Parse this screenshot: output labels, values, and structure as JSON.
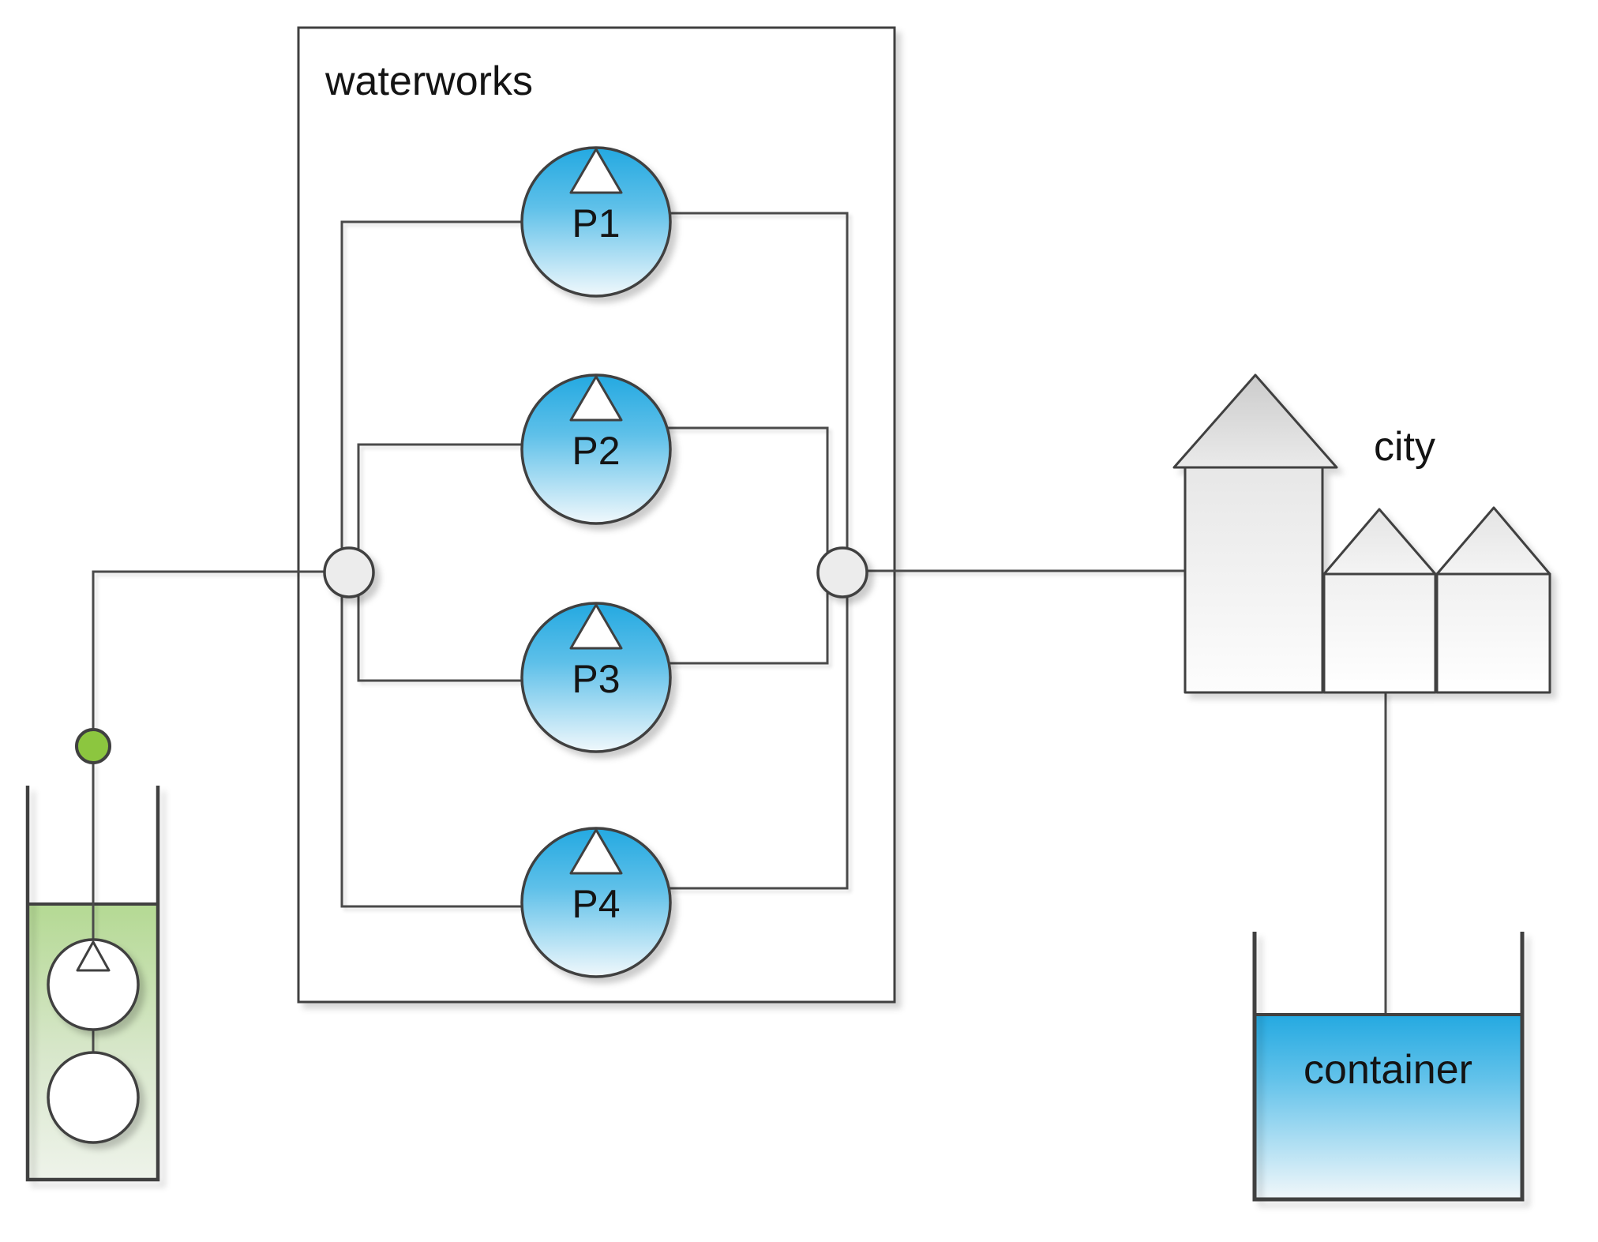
{
  "waterworks": {
    "label": "waterworks"
  },
  "pumps": [
    {
      "label": "P1"
    },
    {
      "label": "P2"
    },
    {
      "label": "P3"
    },
    {
      "label": "P4"
    }
  ],
  "city": {
    "label": "city"
  },
  "container": {
    "label": "container"
  },
  "colors": {
    "pipe_line": "#4a4a4a",
    "outline": "#404040",
    "pump_blue_top": "#24a9e1",
    "pump_blue_mid": "#5ec0e9",
    "pump_blue_bottom": "#f0f8fc",
    "container_water_top": "#24a9e1",
    "container_water_mid": "#62c2ea",
    "container_water_bottom": "#f1f7fa",
    "well_water_top": "#b4d993",
    "well_water_mid": "#d8e7cb",
    "well_water_bottom": "#eef3ea",
    "source_dot_green": "#8cc63f",
    "junction_fill": "#ececec",
    "roof_dark_top": "#cccccc",
    "roof_dark_bottom": "#eaeaea",
    "roof_light_top": "#e4e4e4",
    "roof_light_bottom": "#f4f4f4",
    "tower_body_top": "#e7e7e7",
    "tower_body_bottom": "#fdfdfd",
    "house_body_top": "#f0f0f0",
    "house_body_bottom": "#ffffff"
  }
}
